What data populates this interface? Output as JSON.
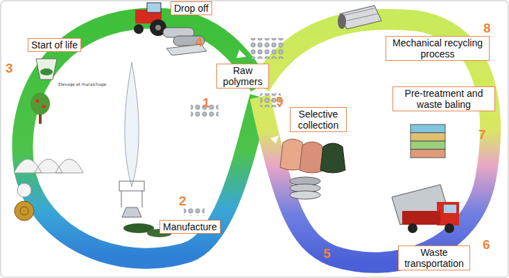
{
  "diagram": {
    "nodes": [
      {
        "text": [
          "Raw polymers"
        ]
      },
      {
        "text": [
          "Manufacture"
        ]
      },
      {
        "text": [
          "Start of life"
        ]
      },
      {
        "text": [
          "Drop off"
        ]
      },
      {
        "text": [
          "Selective collection"
        ]
      },
      {
        "text": [
          "Waste transportation"
        ]
      },
      {
        "text": [
          "Pre-treatment and waste baling"
        ]
      },
      {
        "text": [
          "Mechanical recycling process"
        ]
      }
    ],
    "labels": [
      "1",
      "2",
      "3",
      "4",
      "5",
      "6",
      "7",
      "8",
      "9",
      "Elevage et maraichage"
    ]
  }
}
